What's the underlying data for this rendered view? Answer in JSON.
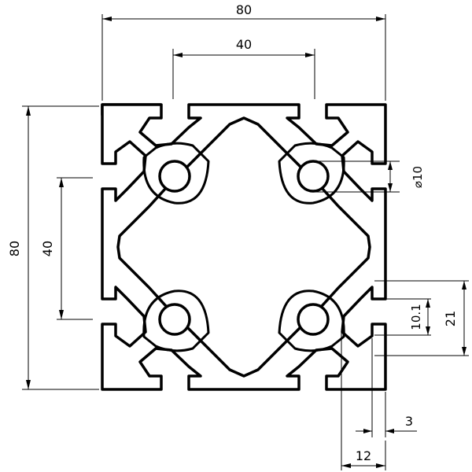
{
  "dimensions": {
    "overall_width": "80",
    "inner_width": "40",
    "overall_height": "80",
    "inner_height": "40",
    "bore": "⌀10",
    "slot_opening": "10.1",
    "slot_depth": "21",
    "lip_thickness": "3",
    "slot_offset": "12"
  }
}
